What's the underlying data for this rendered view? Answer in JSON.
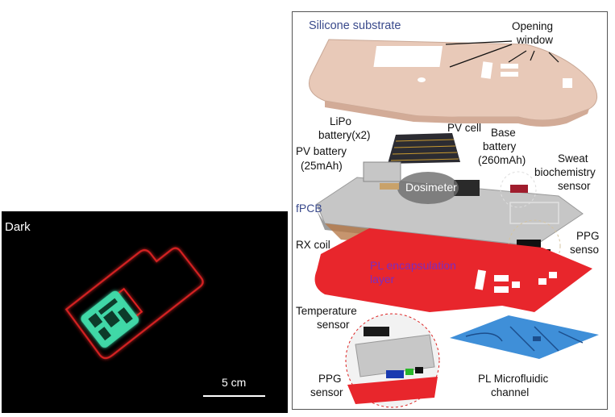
{
  "left_panel": {
    "condition_label": "Dark",
    "scale_bar_label": "5 cm"
  },
  "diagram": {
    "labels": {
      "silicone_substrate": "Silicone substrate",
      "opening_window_1": "Opening",
      "opening_window_2": "window",
      "lipo_1": "LiPo",
      "lipo_2": "battery(x2)",
      "pv_cell": "PV cell",
      "base_battery_1": "Base",
      "base_battery_2": "battery",
      "base_battery_3": "(260mAh)",
      "pv_battery_1": "PV battery",
      "pv_battery_2": "(25mAh)",
      "sweat_1": "Sweat",
      "sweat_2": "biochemistry",
      "sweat_3": "sensor",
      "dosimeter": "Dosimeter",
      "fpcb": "fPCB",
      "rx_coil": "RX coil",
      "ppg_right_1": "PPG",
      "ppg_right_2": "senso",
      "pl_encap_1": "PL encapsulation",
      "pl_encap_2": "layer",
      "temperature_1": "Temperature",
      "temperature_2": "sensor",
      "ppg_bottom_1": "PPG",
      "ppg_bottom_2": "sensor",
      "microfluidic_1": "PL Microfluidic",
      "microfluidic_2": "channel"
    }
  },
  "colors": {
    "glow_green": "#4fe0b0",
    "glow_red": "#e02020",
    "silicone": "#e8c9b8",
    "encapsulation_red": "#e8262c",
    "microfluidic_blue": "#3f8fd8"
  }
}
